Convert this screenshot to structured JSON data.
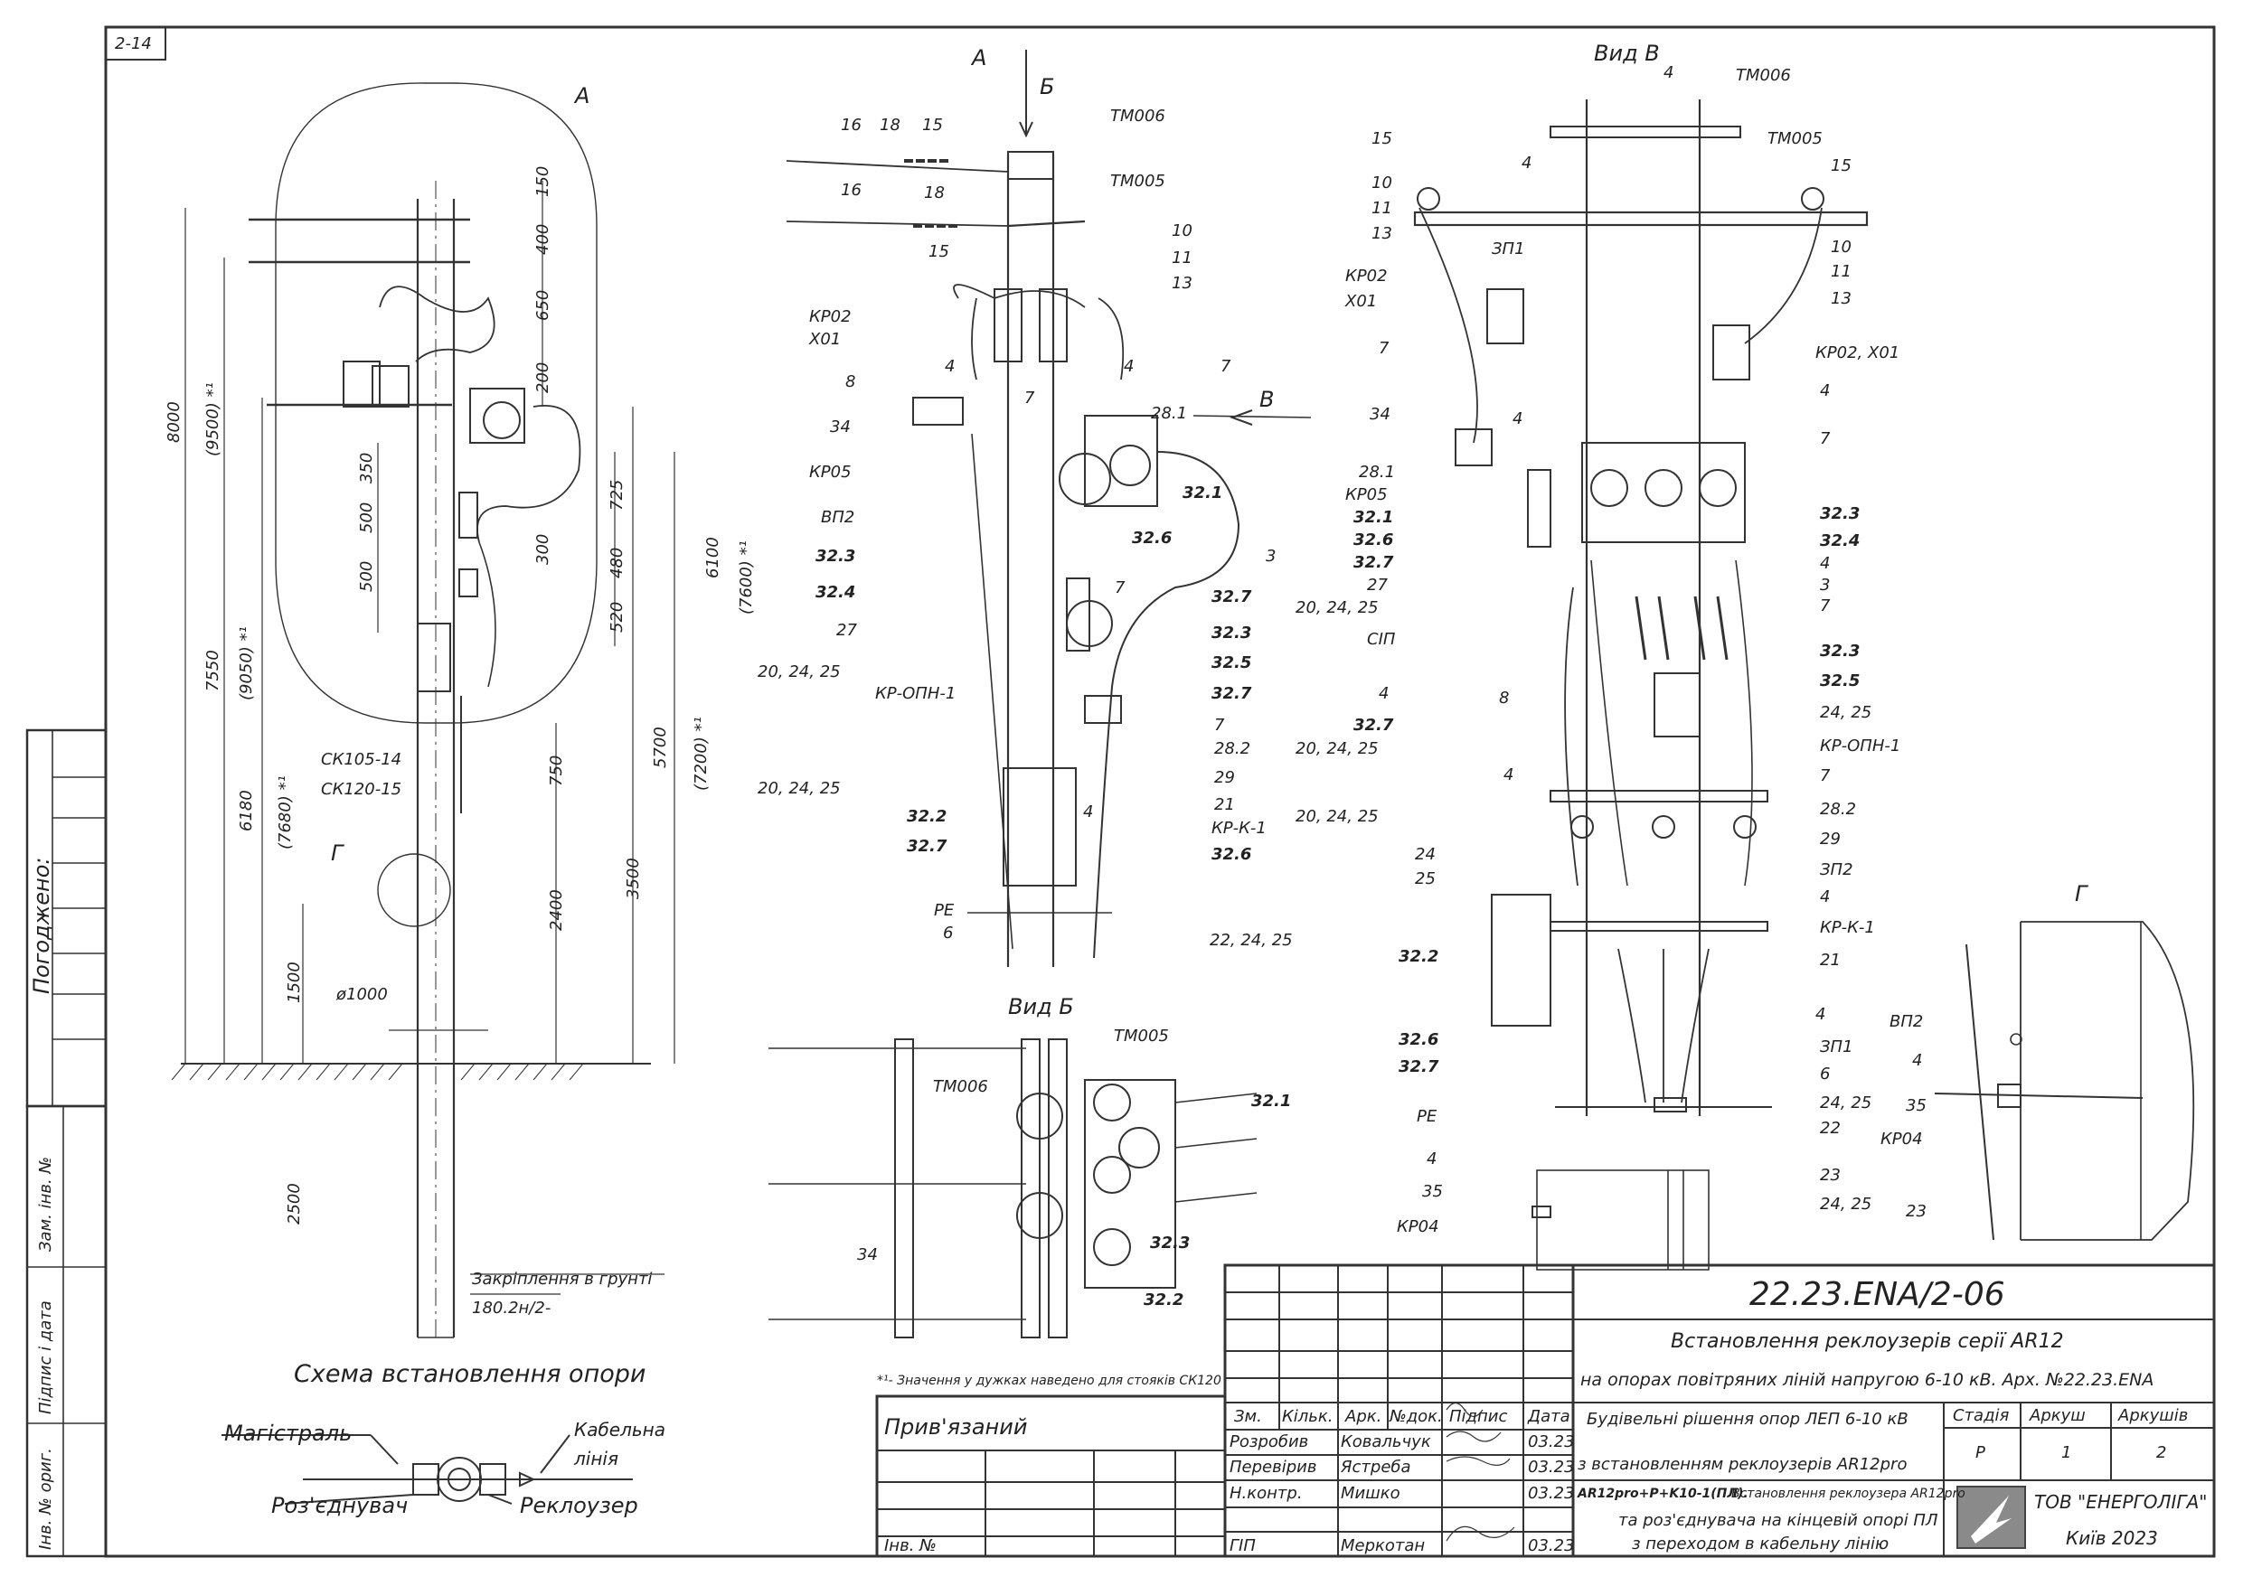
{
  "sheet": {
    "corner_code": "2-14",
    "drawing_number": "22.23.ENA/2-06",
    "title_line1": "Встановлення реклоузерів серії AR12",
    "title_line2": "на опорах повітряних ліній напругою 6-10 кВ. Арх. №22.23.ENA",
    "subtitle_line1": "Будівельні рішення опор ЛЕП 6-10 кВ",
    "subtitle_line2": "з встановленням реклоузерів AR12pro",
    "sheet_desc_bold": "AR12pro+P+K10-1(ПЛ).",
    "sheet_desc_line1": "Встановлення реклоузера AR12pro",
    "sheet_desc_line2": "та роз'єднувача на кінцевій опорі ПЛ",
    "sheet_desc_line3": "з переходом в кабельну лінію",
    "stage_header": "Стадія",
    "sheet_header": "Аркуш",
    "sheets_header": "Аркушів",
    "stage": "Р",
    "sheet_no": "1",
    "sheets_total": "2",
    "company": "ТОВ \"ЕНЕРГОЛІГА\"",
    "city_year": "Київ 2023",
    "bound_label": "Прив'язаний",
    "inv_label": "Інв. №",
    "footnote": "*¹- Значення у дужках наведено для стояків СК120",
    "approved_label": "Погоджено:",
    "side_labels": [
      "Зам. інв. №",
      "Підпис і дата",
      "Інв. № ориг."
    ]
  },
  "revision_header": [
    "Зм.",
    "Кільк.",
    "Арк.",
    "№док.",
    "Підпис",
    "Дата"
  ],
  "signatures": [
    {
      "role": "Розробив",
      "name": "Ковальчук",
      "date": "03.23"
    },
    {
      "role": "Перевірив",
      "name": "Ястреба",
      "date": "03.23"
    },
    {
      "role": "Н.контр.",
      "name": "Мишко",
      "date": "03.23"
    },
    {
      "role": "ГІП",
      "name": "Меркотан",
      "date": "03.23"
    }
  ],
  "views": {
    "view_a": "А",
    "view_b_arrow": "Б",
    "view_v_arrow": "В",
    "view_b_title": "Вид Б",
    "view_v_title": "Вид В",
    "view_g": "Г"
  },
  "scheme": {
    "title": "Схема встановлення опори",
    "mainline": "Магістраль",
    "cable_line_1": "Кабельна",
    "cable_line_2": "лінія",
    "disconnector": "Роз'єднувач",
    "recloser": "Реклоузер",
    "ground_fix_1": "Закріплення в грунті",
    "ground_fix_2": "180.2н/2-",
    "pole_1": "СК105-14",
    "pole_2": "СК120-15",
    "diameter": "ø1000"
  },
  "dims_left": {
    "d150": "150",
    "d400": "400",
    "d650": "650",
    "d200": "200",
    "d350": "350",
    "d500a": "500",
    "d500b": "500",
    "d300": "300",
    "d725": "725",
    "d480": "480",
    "d520": "520",
    "d750": "750",
    "d3500": "3500",
    "d2400": "2400",
    "d1500": "1500",
    "d2500": "2500",
    "v8000": "8000",
    "v9500": "(9500) *¹",
    "v7550": "7550",
    "v9050": "(9050) *¹",
    "v6180": "6180",
    "v7680": "(7680) *¹",
    "v6100": "6100",
    "v7600": "(7600) *¹",
    "v5700": "5700",
    "v7200": "(7200) *¹"
  },
  "labels_mid": {
    "m16a": "16",
    "m18a": "18",
    "m15a": "15",
    "m16b": "16",
    "m18b": "18",
    "m15b": "15",
    "tm006": "ТМ006",
    "tm005": "ТМ005",
    "m10": "10",
    "m11": "11",
    "m13": "13",
    "kr02": "КР02",
    "x01": "Х01",
    "m8": "8",
    "m4a": "4",
    "m7a": "7",
    "m4b": "4",
    "m7b": "7",
    "m34": "34",
    "kr05": "КР05",
    "vp2": "ВП2",
    "m281": "28.1",
    "b321": "32.1",
    "b323": "32.3",
    "b324": "32.4",
    "b326": "32.6",
    "m27": "27",
    "m3": "3",
    "m7c": "7",
    "b327": "32.7",
    "b323b": "32.3",
    "b325": "32.5",
    "b327b": "32.7",
    "m202425a": "20, 24, 25",
    "krpn": "КР-ОПН-1",
    "m202425b": "20, 24, 25",
    "m7d": "7",
    "m282": "28.2",
    "m29": "29",
    "m21": "21",
    "m4c": "4",
    "krk": "КР-К-1",
    "b322": "32.2",
    "b327c": "32.7",
    "b326b": "32.6",
    "pe": "РЕ",
    "m6": "6",
    "m222425": "22, 24, 25"
  },
  "labels_viewb": {
    "tm005": "ТМ005",
    "tm006": "ТМ006",
    "b321": "32.1",
    "b323": "32.3",
    "b322": "32.2",
    "m34": "34"
  },
  "labels_right": {
    "m4a": "4",
    "tm006": "ТМ006",
    "tm005": "ТМ005",
    "m15a": "15",
    "m15b": "15",
    "m10a": "10",
    "m11a": "11",
    "m13a": "13",
    "zp1a": "ЗП1",
    "kr02": "КР02",
    "x01": "Х01",
    "m7a": "7",
    "m10b": "10",
    "m11b": "11",
    "m13b": "13",
    "kr02x01": "КР02, Х01",
    "m34": "34",
    "m4b": "4",
    "m4c": "4",
    "m7b": "7",
    "m281": "28.1",
    "kr05": "КР05",
    "b321": "32.1",
    "b326": "32.6",
    "b327": "32.7",
    "m27": "27",
    "m202425a": "20, 24, 25",
    "sip": "СІП",
    "b323": "32.3",
    "b324": "32.4",
    "m4d": "4",
    "m3": "3",
    "m7c": "7",
    "m4e": "4",
    "m8": "8",
    "b327b": "32.7",
    "m202425b": "20, 24, 25",
    "b323b": "32.3",
    "b325": "32.5",
    "m2425a": "24, 25",
    "krpn": "КР-ОПН-1",
    "m4f": "4",
    "m202425c": "20, 24, 25",
    "m7d": "7",
    "m282": "28.2",
    "m29": "29",
    "zp2": "ЗП2",
    "m24": "24",
    "m25": "25",
    "m4g": "4",
    "krk": "КР-К-1",
    "m21": "21",
    "b322": "32.2",
    "m4h": "4",
    "zp1b": "ЗП1",
    "b326b": "32.6",
    "b327c": "32.7",
    "m6": "6",
    "pe": "РЕ",
    "m2425b": "24, 25",
    "m22": "22",
    "m4i": "4",
    "m35": "35",
    "kr04": "КР04",
    "m23": "23",
    "m2425c": "24, 25"
  },
  "labels_g": {
    "vp2": "ВП2",
    "m4": "4",
    "m35": "35",
    "kr04": "КР04",
    "m23": "23"
  }
}
